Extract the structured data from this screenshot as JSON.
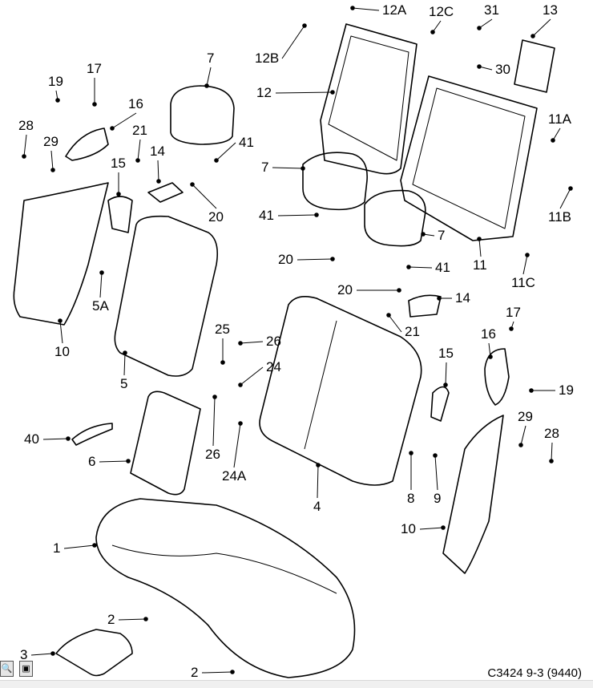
{
  "diagram_id": "C3424 9-3 (9440)",
  "toolbar": [
    {
      "icon": "magnifier-zoom-icon",
      "glyph": "🔍"
    },
    {
      "icon": "fit-frame-icon",
      "glyph": "▣"
    }
  ],
  "callouts": [
    "12A",
    "12C",
    "31",
    "13",
    "12B",
    "12",
    "30",
    "11A",
    "11B",
    "11",
    "11C",
    "7",
    "7",
    "7",
    "17",
    "19",
    "16",
    "28",
    "29",
    "21",
    "14",
    "15",
    "41",
    "41",
    "41",
    "20",
    "20",
    "20",
    "5A",
    "10",
    "25",
    "26",
    "26",
    "24",
    "24A",
    "5",
    "21",
    "14",
    "17",
    "16",
    "19",
    "15",
    "29",
    "28",
    "8",
    "9",
    "10",
    "40",
    "6",
    "4",
    "1",
    "2",
    "3",
    "2"
  ]
}
